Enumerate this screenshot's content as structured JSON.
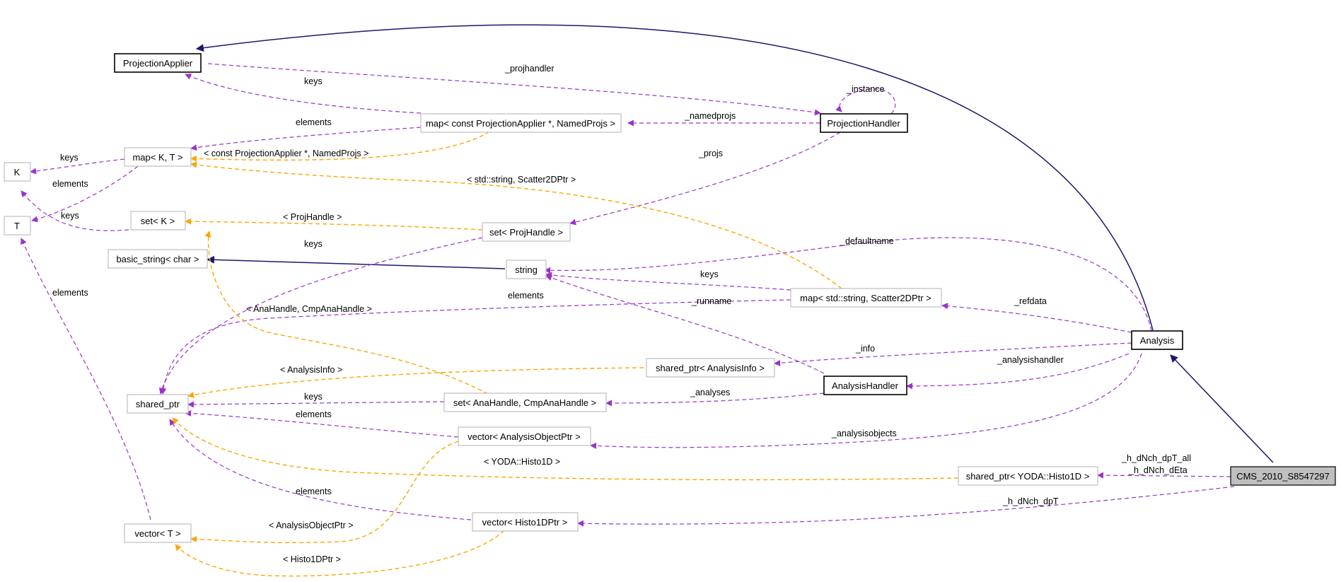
{
  "colors": {
    "usage_edge": "#9a32cd",
    "template_edge": "#ffa500",
    "inheritance_edge": "#191970",
    "node_border_documented": "#000000",
    "node_border_external": "#bfbfbf",
    "focus_node_fill": "#bfbfbf"
  },
  "nodes": {
    "projection_applier": "ProjectionApplier",
    "map_projapplier": "map< const ProjectionApplier *, NamedProjs >",
    "projection_handler": "ProjectionHandler",
    "map_kt": "map< K, T >",
    "k": "K",
    "t": "T",
    "set_k": "set< K >",
    "set_projhandle": "set< ProjHandle >",
    "basic_string": "basic_string< char >",
    "string": "string",
    "map_scatter": "map< std::string, Scatter2DPtr >",
    "analysis": "Analysis",
    "shared_ptr_analysisinfo": "shared_ptr< AnalysisInfo >",
    "analysis_handler": "AnalysisHandler",
    "shared_ptr": "shared_ptr",
    "set_anahandle": "set< AnaHandle, CmpAnaHandle >",
    "vector_aop": "vector< AnalysisObjectPtr >",
    "shared_ptr_histo": "shared_ptr< YODA::Histo1D >",
    "cms": "CMS_2010_S8547297",
    "vector_t": "vector< T >",
    "vector_histo": "vector< Histo1DPtr >"
  },
  "edge_labels": {
    "projhandler": "_projhandler",
    "keys_pa": "keys",
    "instance": "_instance",
    "elements_mapkt": "elements",
    "namedprojs": "_namedprojs",
    "keys_k": "keys",
    "const_pa_namedprojs": "< const ProjectionApplier *, NamedProjs >",
    "projs": "_projs",
    "elements_t": "elements",
    "string_scatter": "< std::string, Scatter2DPtr >",
    "keys_setk": "keys",
    "projhandle": "< ProjHandle >",
    "keys_sp_projhandle": "keys",
    "defaultname": "_defaultname",
    "elements_vector_t": "elements",
    "keys_string": "keys",
    "elements_anahandle": "elements",
    "refdata": "_refdata",
    "runname": "_runname",
    "anahandle_cmp": "< AnaHandle, CmpAnaHandle >",
    "info": "_info",
    "analysisinfo": "< AnalysisInfo >",
    "analysishandler": "_analysishandler",
    "keys_anahandle": "keys",
    "analyses": "_analyses",
    "elements_aop": "elements",
    "analysisobjects": "_analysisobjects",
    "h_dnch_dpt_all": "_h_dNch_dpT_all",
    "yoda_histo": "< YODA::Histo1D >",
    "h_dnch_deta": "_h_dNch_dEta",
    "elements_histo": "elements",
    "h_dnch_dpt": "_h_dNch_dpT",
    "aop_template": "< AnalysisObjectPtr >",
    "histo1dptr": "< Histo1DPtr >"
  }
}
